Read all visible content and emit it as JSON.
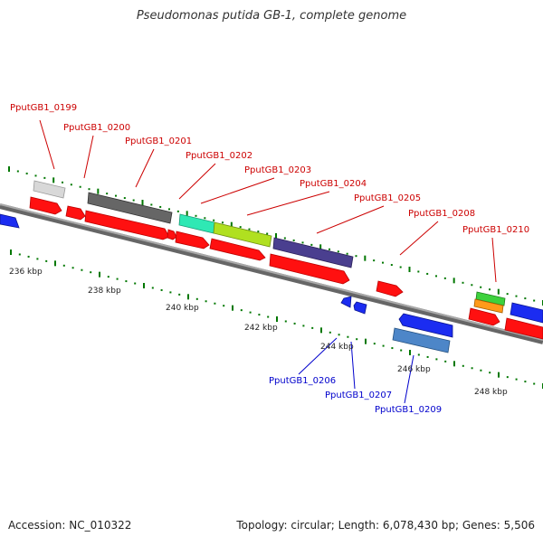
{
  "title": "Pseudomonas putida GB-1, complete genome",
  "footer": {
    "accession": "Accession: NC_010322",
    "summary": "Topology: circular; Length: 6,078,430 bp; Genes: 5,506"
  },
  "axis_labels": [
    "236 kbp",
    "238 kbp",
    "240 kbp",
    "242 kbp",
    "244 kbp",
    "246 kbp",
    "248 kbp"
  ],
  "forward_genes": [
    "PputGB1_0199",
    "PputGB1_0200",
    "PputGB1_0201",
    "PputGB1_0202",
    "PputGB1_0203",
    "PputGB1_0204",
    "PputGB1_0205",
    "PputGB1_0208",
    "PputGB1_0210"
  ],
  "reverse_genes": [
    "PputGB1_0206",
    "PputGB1_0207",
    "PputGB1_0209"
  ],
  "colors": {
    "cds": "#ff0000",
    "forward_label": "#cc0000",
    "reverse_label": "#0000cc",
    "backbone": "#888888",
    "tick": "#007700"
  }
}
